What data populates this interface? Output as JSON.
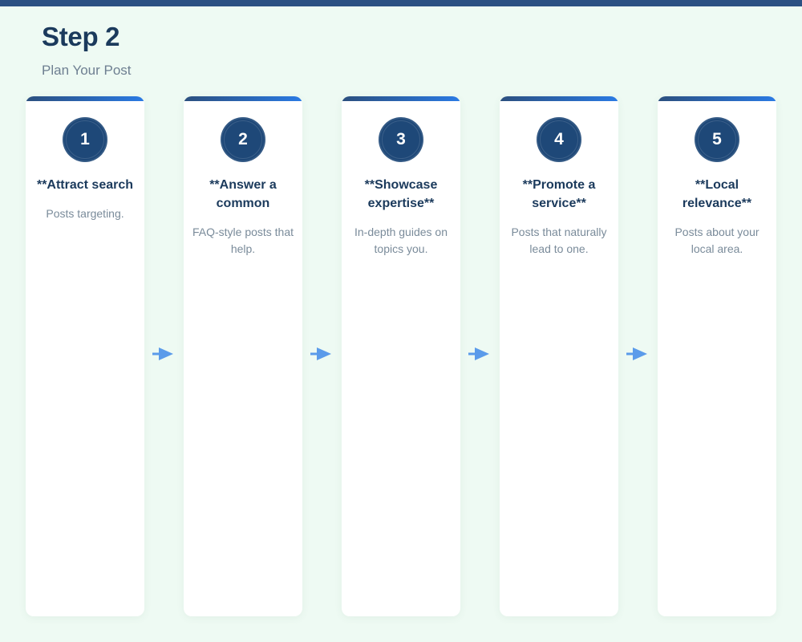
{
  "page": {
    "title": "Step 2",
    "subtitle": "Plan Your Post",
    "background_color": "#eefaf3",
    "top_bar_color": "#2b5083",
    "accent_gradient_from": "#2b4f7e",
    "accent_gradient_to": "#2a7ae4",
    "badge_color": "#1e4878",
    "arrow_color": "#5b9bea",
    "title_color": "#1b3a5c",
    "subtitle_color": "#6e7f91",
    "body_text_color": "#7a8b9a"
  },
  "flow": {
    "arrow_icon": "arrow-right-icon",
    "steps": [
      {
        "number": "1",
        "title": "**Attract search",
        "description": "Posts targeting."
      },
      {
        "number": "2",
        "title": "**Answer a common",
        "description": "FAQ-style posts that help."
      },
      {
        "number": "3",
        "title": "**Showcase expertise**",
        "description": "In-depth guides on topics you."
      },
      {
        "number": "4",
        "title": "**Promote a service**",
        "description": "Posts that naturally lead to one."
      },
      {
        "number": "5",
        "title": "**Local relevance**",
        "description": "Posts about your local area."
      }
    ]
  }
}
